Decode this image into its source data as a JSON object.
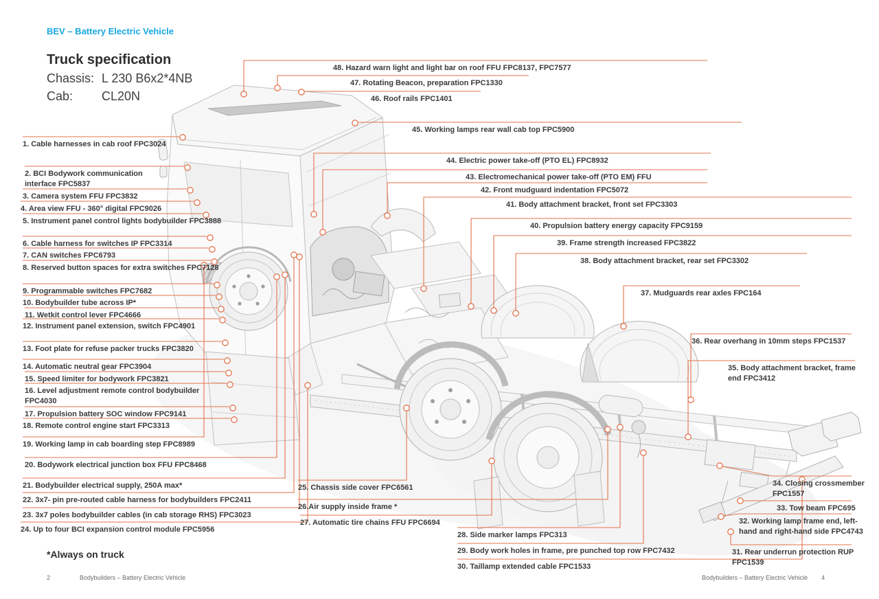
{
  "header": {
    "tag_heading": "BEV – Battery Electric Vehicle",
    "title": "Truck specification",
    "chassis_label": "Chassis:",
    "chassis_value": "L 230 B6x2*4NB",
    "cab_label": "Cab:",
    "cab_value": "CL20N"
  },
  "footnote": "*Always on truck",
  "footer_left": {
    "page_number": "2",
    "text": "Bodybuilders – Battery Electric Vehicle"
  },
  "footer_right": {
    "text": "Bodybuilders – Battery Electric Vehicle",
    "page_number": "4"
  },
  "colors": {
    "accent_orange": "#e2734c",
    "heading_cyan": "#18a8e2",
    "label_text": "#3a3a3a"
  },
  "illustration": {
    "description": "Grayscale line drawing of battery electric truck chassis-cab, viewed from front-left above, with numbered orange callout leader lines"
  },
  "callouts": [
    {
      "num": "1",
      "label": "1. Cable harnesses in cab roof FPC3024"
    },
    {
      "num": "2",
      "label": "2. BCI Bodywork communication interface FPC5837"
    },
    {
      "num": "3",
      "label": "3. Camera system FFU FPC3832"
    },
    {
      "num": "4",
      "label": "4. Area view FFU - 360° digital FPC9026"
    },
    {
      "num": "5",
      "label": "5. Instrument panel control lights bodybuilder FPC3888"
    },
    {
      "num": "6",
      "label": "6. Cable harness for switches IP FPC3314"
    },
    {
      "num": "7",
      "label": "7. CAN switches FPC6793"
    },
    {
      "num": "8",
      "label": "8. Reserved button spaces for extra switches FPC7128"
    },
    {
      "num": "9",
      "label": "9. Programmable switches FPC7682"
    },
    {
      "num": "10",
      "label": "10. Bodybuilder tube across IP*"
    },
    {
      "num": "11",
      "label": "11. Wetkit control lever FPC4666"
    },
    {
      "num": "12",
      "label": "12. Instrument panel extension, switch FPC4901"
    },
    {
      "num": "13",
      "label": "13. Foot plate for refuse packer trucks FPC3820"
    },
    {
      "num": "14",
      "label": "14. Automatic neutral gear FPC3904"
    },
    {
      "num": "15",
      "label": "15. Speed limiter for bodywork FPC3821"
    },
    {
      "num": "16",
      "label": "16. Level adjustment remote control bodybuilder FPC4030"
    },
    {
      "num": "17",
      "label": "17. Propulsion battery SOC window FPC9141"
    },
    {
      "num": "18",
      "label": "18. Remote control engine start FPC3313"
    },
    {
      "num": "19",
      "label": "19. Working lamp in cab boarding step FPC8989"
    },
    {
      "num": "20",
      "label": "20. Bodywork electrical junction box FFU FPC8468"
    },
    {
      "num": "21",
      "label": "21. Bodybuilder electrical supply, 250A max*"
    },
    {
      "num": "22",
      "label": "22. 3x7- pin pre-routed cable harness for bodybuilders FPC2411"
    },
    {
      "num": "23",
      "label": "23. 3x7 poles bodybuilder cables (in cab storage RHS) FPC3023"
    },
    {
      "num": "24",
      "label": "24. Up to four BCI expansion control module FPC5956"
    },
    {
      "num": "25",
      "label": "25. Chassis side cover FPC6561"
    },
    {
      "num": "26",
      "label": "26.Air supply inside frame *"
    },
    {
      "num": "27",
      "label": "27. Automatic tire chains FFU FPC6694"
    },
    {
      "num": "28",
      "label": "28. Side marker lamps FPC313"
    },
    {
      "num": "29",
      "label": "29. Body work holes in frame, pre punched top row FPC7432"
    },
    {
      "num": "30",
      "label": "30. Taillamp extended cable FPC1533"
    },
    {
      "num": "31",
      "label": "31. Rear underrun protection RUP FPC1539"
    },
    {
      "num": "32",
      "label": "32. Working lamp frame end, left-hand and right-hand side FPC4743"
    },
    {
      "num": "33",
      "label": "33. Tow beam FPC695"
    },
    {
      "num": "34",
      "label": "34. Closing crossmember FPC1557"
    },
    {
      "num": "35",
      "label": "35. Body attachment bracket, frame end FPC3412"
    },
    {
      "num": "36",
      "label": "36. Rear overhang in 10mm steps FPC1537"
    },
    {
      "num": "37",
      "label": "37. Mudguards rear axles FPC164"
    },
    {
      "num": "38",
      "label": "38. Body attachment bracket, rear set FPC3302"
    },
    {
      "num": "39",
      "label": "39. Frame strength increased FPC3822"
    },
    {
      "num": "40",
      "label": "40. Propulsion battery energy capacity FPC9159"
    },
    {
      "num": "41",
      "label": "41. Body attachment bracket, front set FPC3303"
    },
    {
      "num": "42",
      "label": "42. Front mudguard indentation FPC5072"
    },
    {
      "num": "43",
      "label": "43. Electromechanical power take-off (PTO EM) FFU"
    },
    {
      "num": "44",
      "label": "44. Electric power take-off (PTO EL) FPC8932"
    },
    {
      "num": "45",
      "label": "45. Working lamps rear wall cab top FPC5900"
    },
    {
      "num": "46",
      "label": "46. Roof rails FPC1401"
    },
    {
      "num": "47",
      "label": "47. Rotating Beacon, preparation FPC1330"
    },
    {
      "num": "48",
      "label": "48. Hazard warn light and light bar on roof FFU FPC8137, FPC7577"
    }
  ]
}
